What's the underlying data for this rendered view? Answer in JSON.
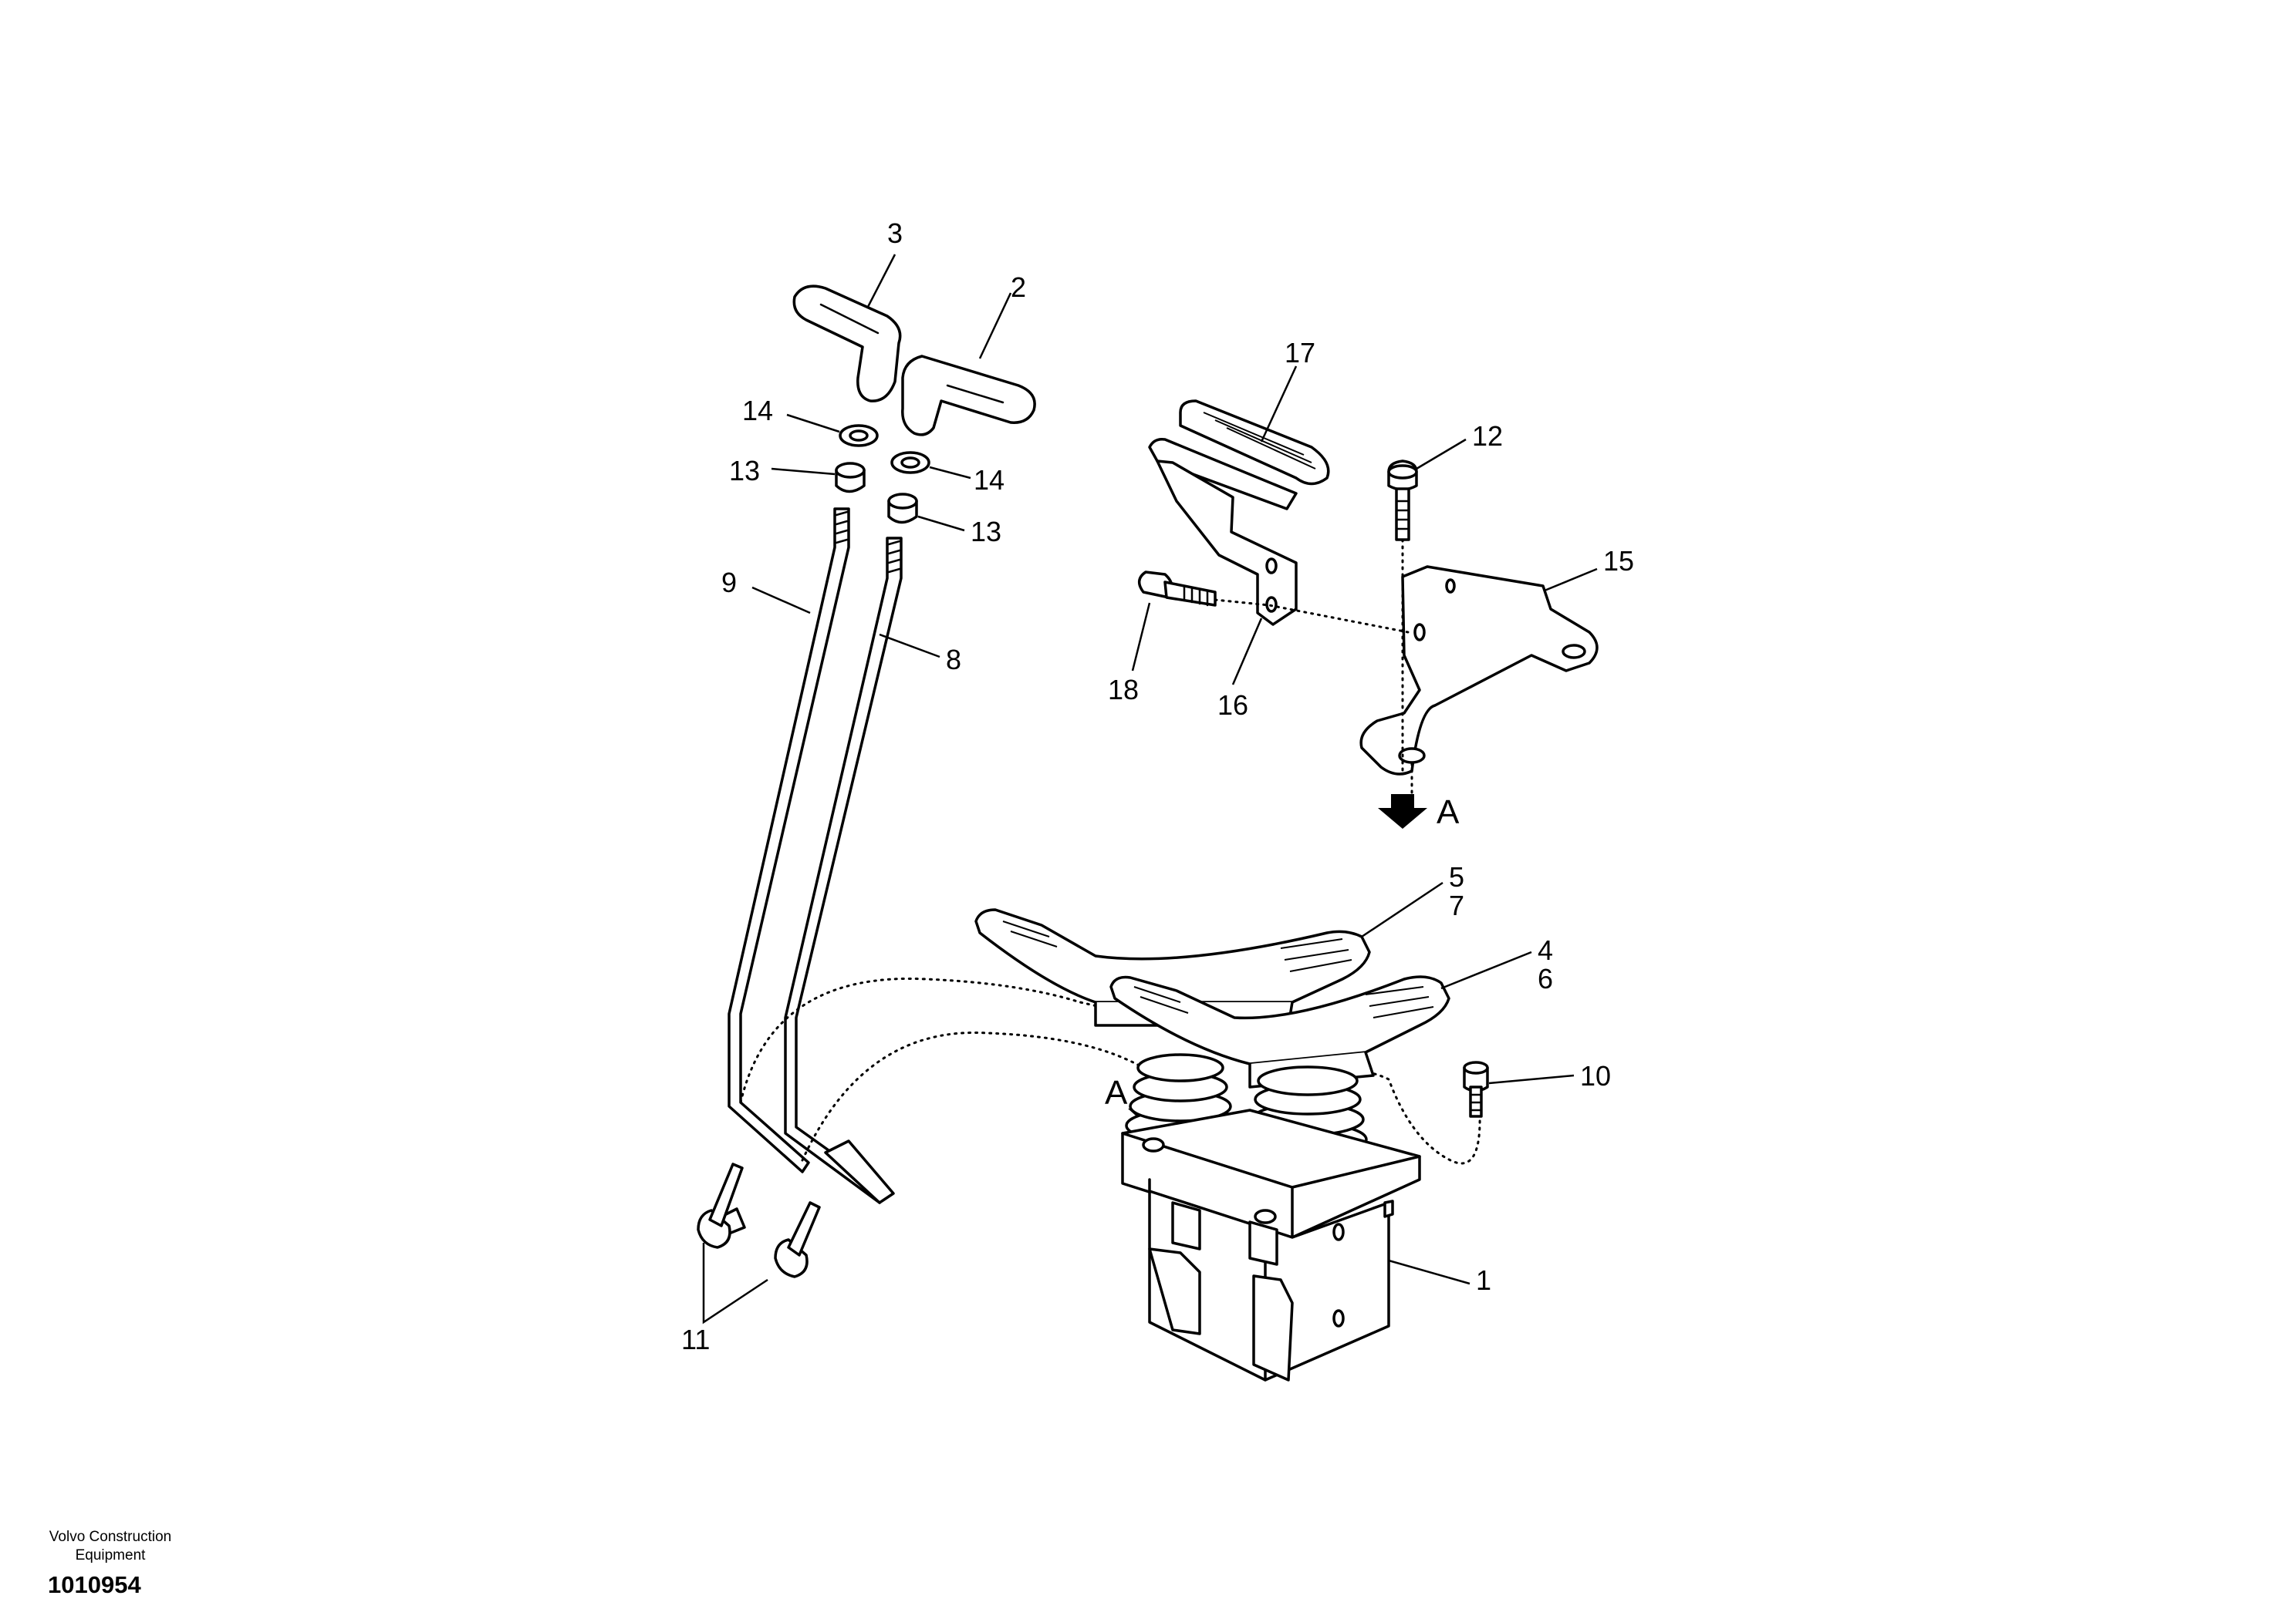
{
  "callouts": [
    "1",
    "2",
    "3",
    "4",
    "5",
    "6",
    "7",
    "8",
    "9",
    "10",
    "11",
    "12",
    "13",
    "13",
    "14",
    "14",
    "15",
    "16",
    "17",
    "18"
  ],
  "view_marker": "A",
  "footer": {
    "brand_line1": "Volvo Construction",
    "brand_line2": "Equipment",
    "drawing_number": "1010954"
  }
}
